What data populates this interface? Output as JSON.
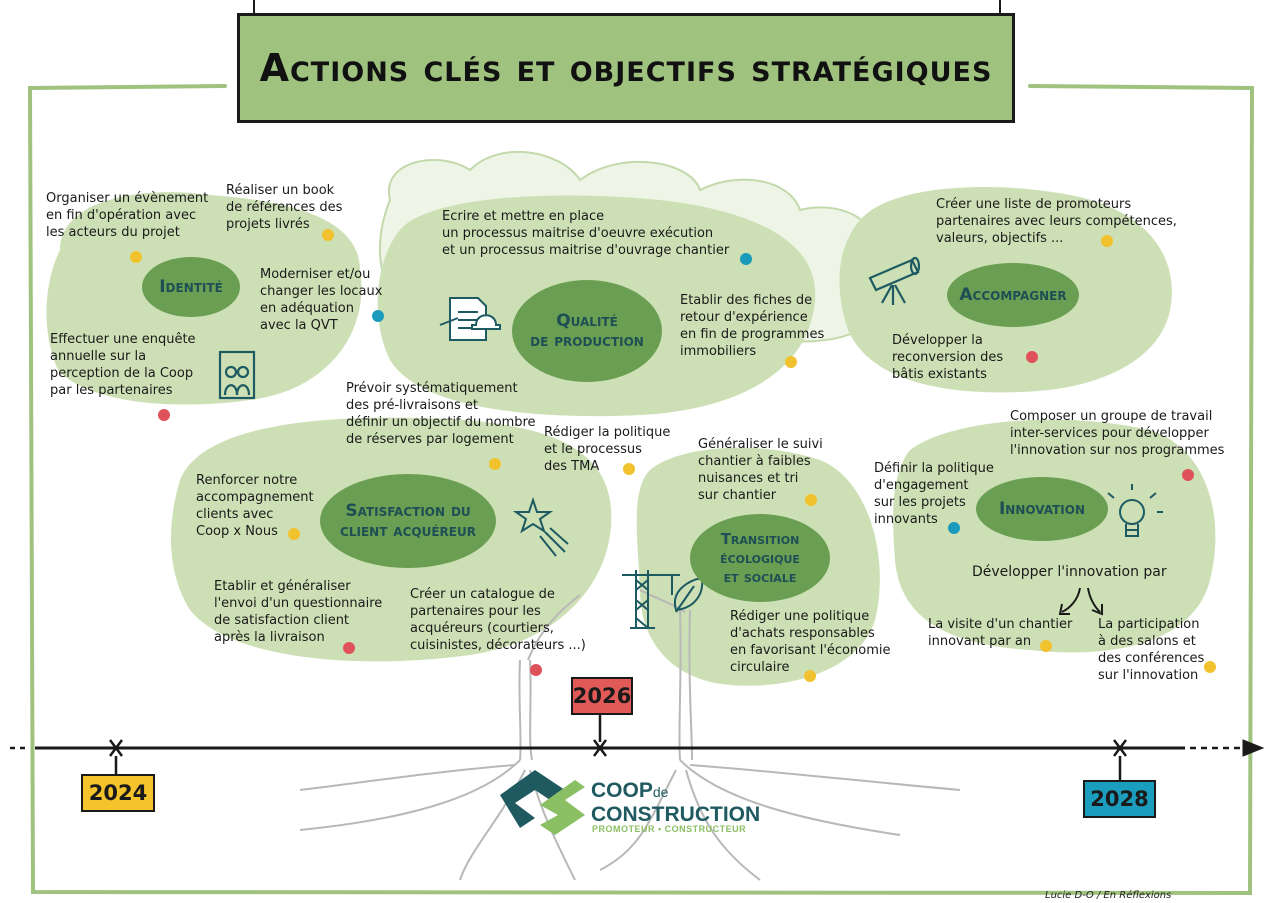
{
  "title": "Actions clés et objectifs stratégiques",
  "themes": {
    "identite": "Identité",
    "qualite": "Qualité\nde production",
    "accompagner": "Accompagner",
    "satisfaction": "Satisfaction du\nclient acquéreur",
    "transition": "Transition\nécologique\net sociale",
    "innovation": "Innovation"
  },
  "notes": {
    "n1": "Organiser un évènement\nen fin d'opération avec\nles acteurs du projet",
    "n2": "Réaliser un book\nde références des\nprojets livrés",
    "n3": "Moderniser et/ou\nchanger les locaux\nen adéquation\navec la QVT",
    "n4": "Effectuer une enquête\nannuelle sur la\nperception de la Coop\npar les partenaires",
    "n5": "Ecrire et mettre en place\nun processus maitrise d'oeuvre exécution\net un processus maitrise d'ouvrage chantier",
    "n6": "Etablir des fiches de\nretour d'expérience\nen fin de programmes\nimmobiliers",
    "n7": "Créer une liste de promoteurs\npartenaires avec leurs compétences,\nvaleurs, objectifs ...",
    "n8": "Développer la\nreconversion des\nbâtis existants",
    "n9": "Prévoir systématiquement\ndes pré-livraisons et\ndéfinir un objectif du nombre\nde réserves par logement",
    "n10": "Rédiger la politique\net le processus\ndes TMA",
    "n11": "Renforcer notre\naccompagnement\nclients avec\nCoop x Nous",
    "n12": "Etablir et généraliser\nl'envoi d'un questionnaire\nde satisfaction client\naprès la livraison",
    "n13": "Créer un catalogue de\npartenaires pour les\nacquéreurs (courtiers,\ncuisinistes, décorateurs ...)",
    "n14": "Généraliser le suivi\nchantier à faibles\nnuisances et tri\nsur chantier",
    "n15": "Rédiger une politique\nd'achats responsables\nen favorisant l'économie\ncirculaire",
    "n16": "Composer un groupe de travail\ninter-services pour développer\nl'innovation sur nos programmes",
    "n17": "Définir la politique\nd'engagement\nsur les projets\ninnovants",
    "n18": "Développer l'innovation par",
    "n19": "La visite d'un chantier\ninnovant par an",
    "n20": "La participation\nà des salons et\ndes conférences\nsur l'innovation"
  },
  "timeline": {
    "y2024": "2024",
    "y2026": "2026",
    "y2028": "2028"
  },
  "logo": {
    "name_coop": "COOP",
    "name_de": "de",
    "name_construction": "CONSTRUCTION",
    "tagline": "PROMOTEUR • CONSTRUCTEUR"
  },
  "credit": "Lucie D-O / En Réflexions",
  "colors": {
    "blob": "#cde0b5",
    "accent_green": "#9fc27f",
    "theme_dark": "#6a9e52",
    "yellow": "#f2c12e",
    "red": "#e0525a",
    "teal": "#1a9bbb",
    "tag_yellow": "#f5c42c",
    "tag_red": "#e25a57",
    "tag_blue": "#1b9dbd",
    "logo_teal": "#1f5a60",
    "logo_green": "#8bbf63"
  },
  "icons": [
    "document-pencil-hardhat-icon",
    "star-icon",
    "telescope-icon",
    "crane-icon",
    "leaf-icon",
    "lightbulb-icon",
    "people-frame-icon"
  ]
}
